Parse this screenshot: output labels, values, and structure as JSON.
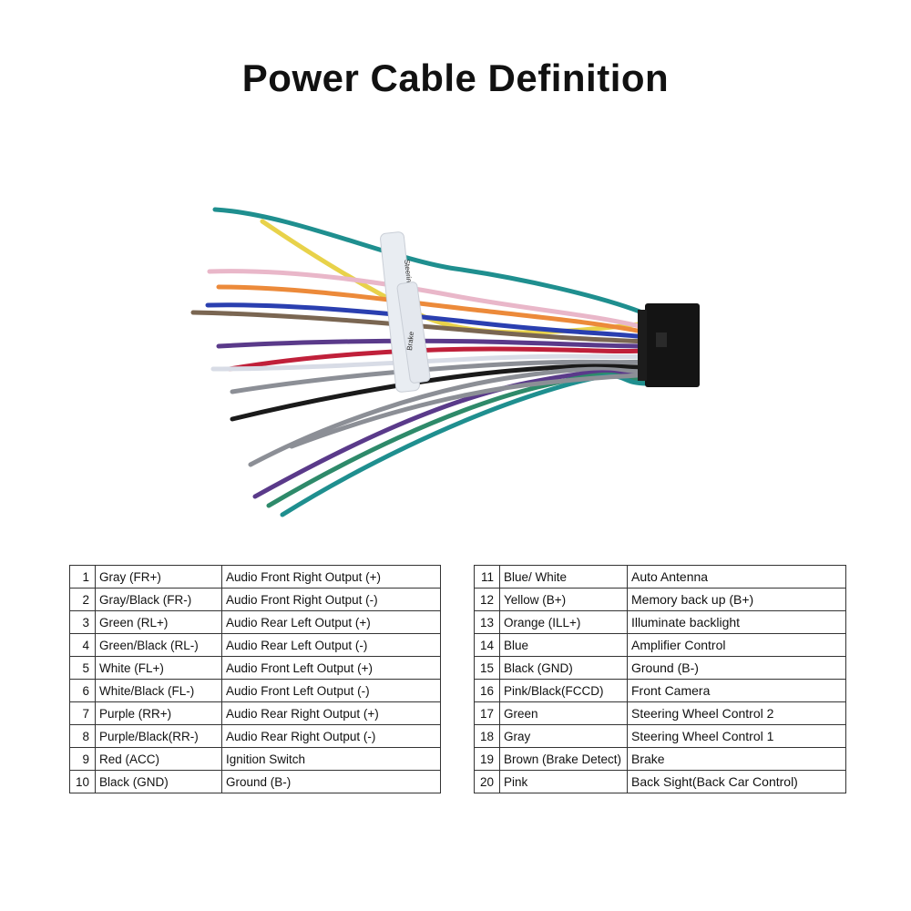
{
  "title": "Power Cable Definition",
  "harness": {
    "tag1_text": "Steering wheel control",
    "tag2_text": "Brake",
    "colors": {
      "teal": "#1f8f8f",
      "yellow": "#e8d24a",
      "pink": "#e9b7c9",
      "orange": "#ec8a3a",
      "blue": "#2a3fb0",
      "brown": "#7a6652",
      "purple": "#5a3a8a",
      "white": "#d8dce6",
      "red": "#c0203a",
      "gray": "#8c8f96",
      "black": "#1a1a1a",
      "green": "#2e8a6a",
      "connector": "#141414"
    }
  },
  "left_table": [
    {
      "num": "1",
      "wire": "Gray (FR+)",
      "func": "Audio Front Right Output (+)"
    },
    {
      "num": "2",
      "wire": "Gray/Black (FR-)",
      "func": "Audio Front Right Output (-)"
    },
    {
      "num": "3",
      "wire": "Green (RL+)",
      "func": "Audio Rear Left Output (+)"
    },
    {
      "num": "4",
      "wire": "Green/Black (RL-)",
      "func": "Audio Rear Left Output (-)"
    },
    {
      "num": "5",
      "wire": "White (FL+)",
      "func": "Audio Front Left Output (+)"
    },
    {
      "num": "6",
      "wire": "White/Black (FL-)",
      "func": "Audio Front Left Output (-)"
    },
    {
      "num": "7",
      "wire": "Purple (RR+)",
      "func": "Audio Rear Right Output (+)"
    },
    {
      "num": "8",
      "wire": "Purple/Black(RR-)",
      "func": "Audio Rear Right Output (-)"
    },
    {
      "num": "9",
      "wire": "Red (ACC)",
      "func": "Ignition Switch"
    },
    {
      "num": "10",
      "wire": "Black (GND)",
      "func": "Ground (B-)"
    }
  ],
  "right_table": [
    {
      "num": "11",
      "wire": "Blue/ White",
      "func": "Auto Antenna"
    },
    {
      "num": "12",
      "wire": "Yellow (B+)",
      "func": "Memory back up (B+)"
    },
    {
      "num": "13",
      "wire": "Orange (ILL+)",
      "func": "Illuminate backlight"
    },
    {
      "num": "14",
      "wire": "Blue",
      "func": "Amplifier Control"
    },
    {
      "num": "15",
      "wire": "Black (GND)",
      "func": "Ground (B-)"
    },
    {
      "num": "16",
      "wire": "Pink/Black(FCCD)",
      "func": "Front Camera"
    },
    {
      "num": "17",
      "wire": "Green",
      "func": "Steering Wheel Control 2"
    },
    {
      "num": "18",
      "wire": "Gray",
      "func": "Steering Wheel Control 1"
    },
    {
      "num": "19",
      "wire": "Brown (Brake Detect)",
      "func": "Brake"
    },
    {
      "num": "20",
      "wire": "Pink",
      "func": "Back Sight(Back Car Control)"
    }
  ]
}
